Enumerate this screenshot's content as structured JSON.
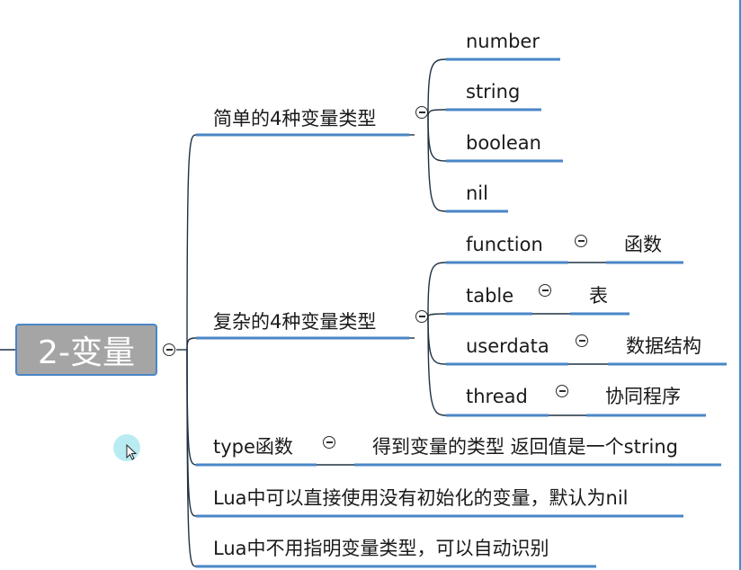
{
  "root": {
    "label": "2-变量"
  },
  "branches": {
    "simple": {
      "label": "简单的4种变量类型",
      "children": [
        "number",
        "string",
        "boolean",
        "nil"
      ]
    },
    "complex": {
      "label": "复杂的4种变量类型",
      "children": [
        {
          "label": "function",
          "note": "函数"
        },
        {
          "label": "table",
          "note": "表"
        },
        {
          "label": "userdata",
          "note": "数据结构"
        },
        {
          "label": "thread",
          "note": "协同程序"
        }
      ]
    },
    "type_func": {
      "label": "type函数",
      "note": "得到变量的类型 返回值是一个string"
    },
    "uninit": {
      "label": "Lua中可以直接使用没有初始化的变量，默认为nil"
    },
    "auto": {
      "label": "Lua中不用指明变量类型，可以自动识别"
    }
  },
  "colors": {
    "underline": "#4a86c6",
    "connector": "#1f3142",
    "root_fill": "#a5a5a5",
    "root_border": "#4a86c6",
    "cursor_halo": "#ade8f0"
  }
}
